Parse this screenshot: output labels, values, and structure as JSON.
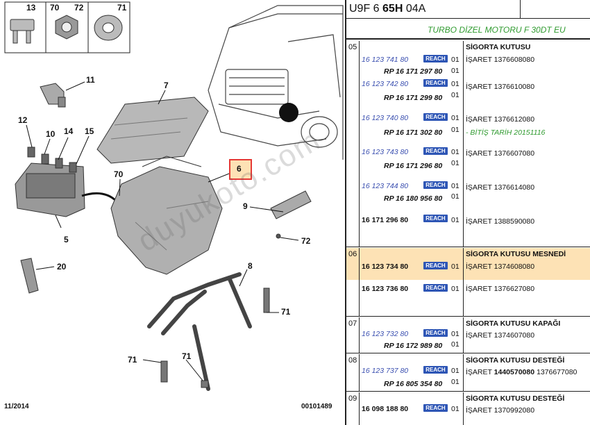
{
  "header": {
    "code_prefix": "U9F 6",
    "code_bold": "65H",
    "code_suffix": "04A"
  },
  "subtitle": "TURBO DİZEL MOTORU F 30DT EU",
  "diagram": {
    "callouts": [
      "13",
      "70",
      "72",
      "71",
      "11",
      "7",
      "12",
      "10",
      "14",
      "15",
      "6",
      "70",
      "9",
      "5",
      "72",
      "20",
      "8",
      "71",
      "71",
      "71"
    ],
    "footer_date": "11/2014",
    "footer_code": "00101489",
    "watermark": "duyukoto.com"
  },
  "groups": [
    {
      "num": "05",
      "title": "SİGORTA KUTUSU",
      "rows": [
        {
          "pn": "16 123 741 80",
          "reach": "REACH",
          "qty": "01",
          "note": "İŞARET 1376608080"
        },
        {
          "rp": "RP 16 171 297 80",
          "qty": "01"
        },
        {
          "pn": "16 123 742 80",
          "reach": "REACH",
          "qty": "01",
          "note": "İŞARET 1376610080"
        },
        {
          "rp": "RP 16 171 299 80",
          "qty": "01"
        },
        {
          "pn": "16 123 740 80",
          "reach": "REACH",
          "qty": "01",
          "note": "İŞARET 1376612080"
        },
        {
          "rp": "RP 16 171 302 80",
          "qty": "01",
          "note_green": "- BİTİŞ TARİH 20151116"
        },
        {
          "pn": "16 123 743 80",
          "reach": "REACH",
          "qty": "01",
          "note": "İŞARET 1376607080"
        },
        {
          "rp": "RP 16 171 296 80",
          "qty": "01"
        },
        {
          "pn": "16 123 744 80",
          "reach": "REACH",
          "qty": "01",
          "note": "İŞARET 1376614080"
        },
        {
          "rp": "RP 16 180 956 80",
          "qty": "01"
        },
        {
          "pn": "16 171 296 80",
          "reach": "REACH",
          "qty": "01",
          "note": "İŞARET 1388590080"
        }
      ]
    },
    {
      "num": "06",
      "title": "SİGORTA KUTUSU MESNEDİ",
      "rows": [
        {
          "pn": "16 123 734 80",
          "reach": "REACH",
          "qty": "01",
          "note": "İŞARET 1374608080"
        },
        {
          "pn": "16 123 736 80",
          "reach": "REACH",
          "qty": "01",
          "note": "İŞARET 1376627080"
        }
      ]
    },
    {
      "num": "07",
      "title": "SİGORTA KUTUSU KAPAĞI",
      "rows": [
        {
          "pn": "16 123 732 80",
          "reach": "REACH",
          "qty": "01",
          "note": "İŞARET 1374607080"
        },
        {
          "rp": "RP 16 172 989 80",
          "qty": "01"
        }
      ]
    },
    {
      "num": "08",
      "title": "SİGORTA KUTUSU DESTEĞİ",
      "rows": [
        {
          "pn": "16 123 737 80",
          "reach": "REACH",
          "qty": "01",
          "note_pre": "İŞARET",
          "note_bold": "1440570080",
          "note_post": "1376677080"
        },
        {
          "rp": "RP 16 805 354 80",
          "qty": "01"
        }
      ]
    },
    {
      "num": "09",
      "title": "SİGORTA KUTUSU DESTEĞİ",
      "rows": [
        {
          "pn": "16 098 188 80",
          "reach": "REACH",
          "qty": "01",
          "note": "İŞARET 1370992080"
        }
      ]
    }
  ],
  "colors": {
    "reach_badge": "#2d55b5",
    "highlight_row": "#fde2b5",
    "green_text": "#2e9a2e",
    "part_number_blue": "#3a4fb0",
    "callout_box": "#e53935"
  }
}
